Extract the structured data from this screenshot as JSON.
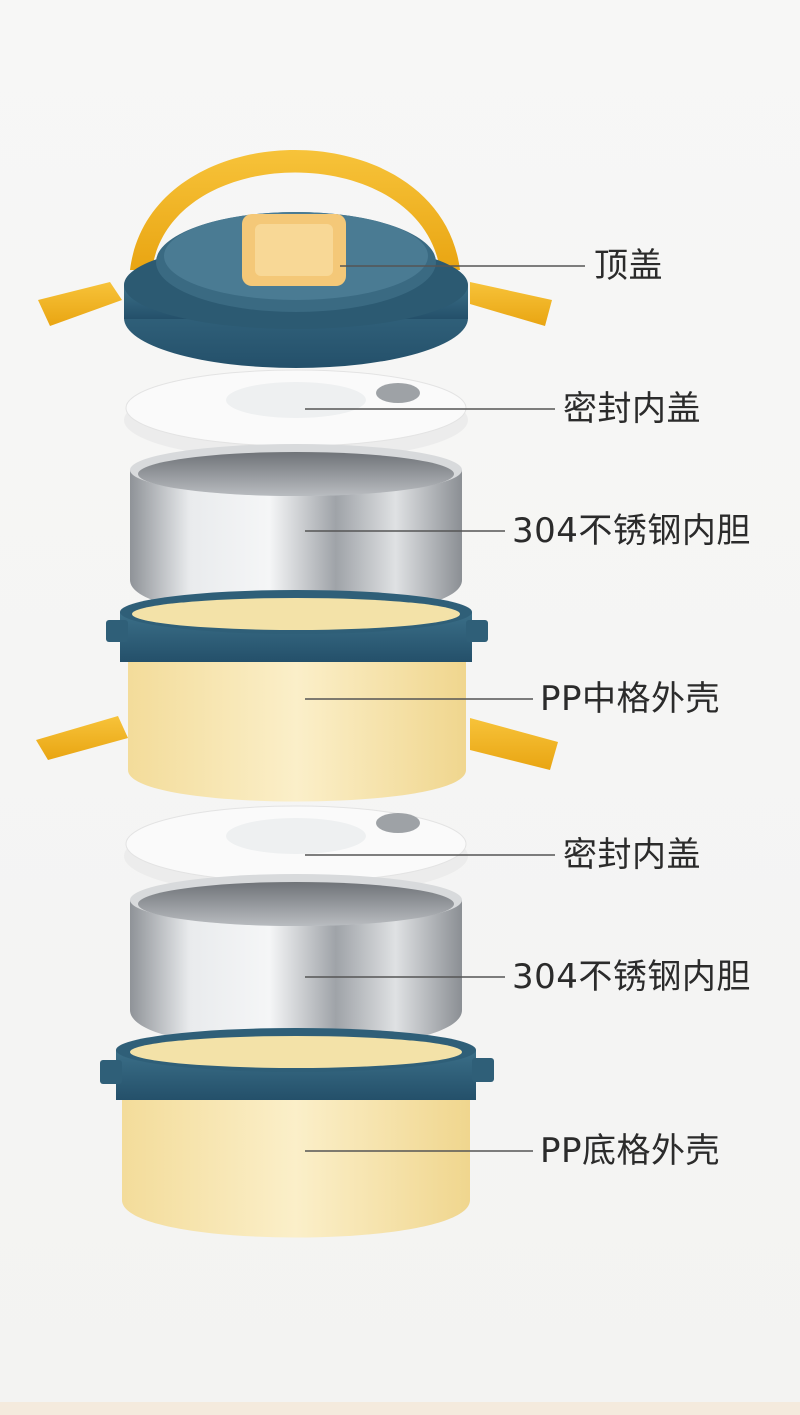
{
  "labels": {
    "top_lid": "顶盖",
    "seal_lid_1": "密封内盖",
    "steel_liner_1": "304不锈钢内胆",
    "pp_middle_shell": "PP中格外壳",
    "seal_lid_2": "密封内盖",
    "steel_liner_2": "304不锈钢内胆",
    "pp_bottom_shell": "PP底格外壳"
  },
  "colors": {
    "handle_yellow": "#f2b31d",
    "lid_teal": "#2f5f78",
    "shell_cream": "#f7e6b0",
    "steel": "#c9ccd0",
    "seal_white": "#f7f7f7",
    "leader_line": "#555555"
  }
}
